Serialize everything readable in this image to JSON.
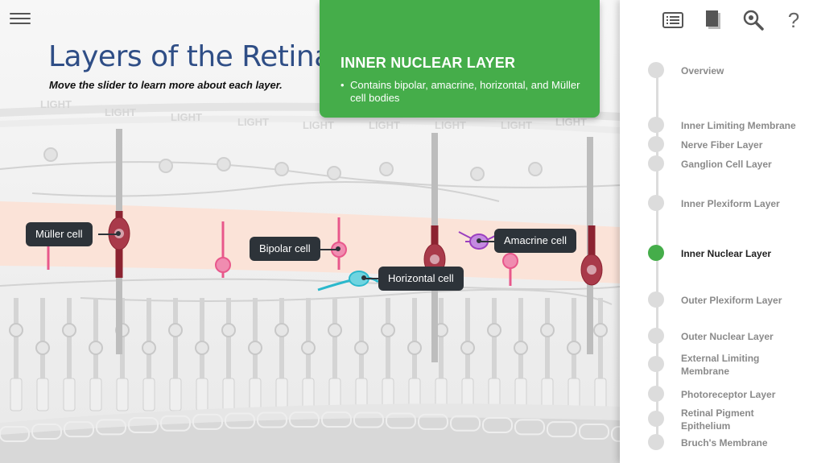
{
  "title": "Layers of the Retina",
  "subtitle": "Move the slider to learn more about each layer.",
  "info_card": {
    "heading": "INNER NUCLEAR LAYER",
    "bullets": [
      "Contains bipolar, amacrine, horizontal, and Müller cell bodies"
    ],
    "color": "#45ad4a"
  },
  "light_label": "LIGHT",
  "callouts": {
    "muller": "Müller cell",
    "bipolar": "Bipolar cell",
    "horizontal": "Horizontal cell",
    "amacrine": "Amacrine cell"
  },
  "toolbar": {
    "icons": [
      "list-icon",
      "book-icon",
      "search-icon",
      "help-icon"
    ],
    "help_glyph": "?"
  },
  "layers": [
    {
      "label": "Overview",
      "active": false
    },
    {
      "label": "Inner Limiting Membrane",
      "active": false
    },
    {
      "label": "Nerve Fiber Layer",
      "active": false
    },
    {
      "label": "Ganglion Cell Layer",
      "active": false
    },
    {
      "label": "Inner Plexiform Layer",
      "active": false
    },
    {
      "label": "Inner Nuclear Layer",
      "active": true
    },
    {
      "label": "Outer Plexiform Layer",
      "active": false
    },
    {
      "label": "Outer Nuclear Layer",
      "active": false
    },
    {
      "label": "External Limiting Membrane",
      "active": false
    },
    {
      "label": "Photoreceptor Layer",
      "active": false
    },
    {
      "label": "Retinal Pigment Epithelium",
      "active": false
    },
    {
      "label": "Bruch's Membrane",
      "active": false
    }
  ],
  "colors": {
    "highlight_band": "#fbe3d8",
    "muller": "#8c2331",
    "bipolar": "#e8588b",
    "horizontal": "#2bb8cc",
    "amacrine": "#9b3fbf",
    "title": "#2f4e86"
  }
}
